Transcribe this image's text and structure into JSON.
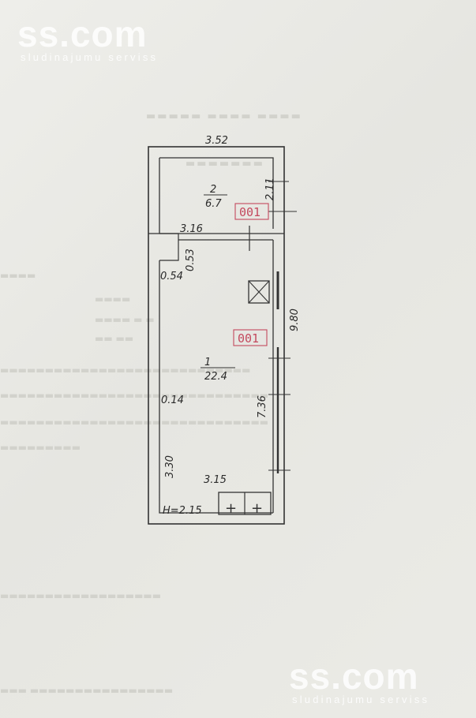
{
  "watermark": {
    "logo": "ss.com",
    "tagline": "sludinajumu serviss"
  },
  "plan": {
    "overall_width": "3.52",
    "room_2": {
      "number": "2",
      "area": "6.7",
      "side_dim": "2.11"
    },
    "room_1": {
      "number": "1",
      "area": "22.4"
    },
    "partition_length": "3.16",
    "niche_depth": "0.53",
    "niche_width": "0.54",
    "total_length": "9.80",
    "side_length": "7.36",
    "pillar": "0.14",
    "left_lower": "3.30",
    "bottom_width": "3.15",
    "height": "H=2.15",
    "stamp_top": "001",
    "stamp_mid": "001"
  }
}
